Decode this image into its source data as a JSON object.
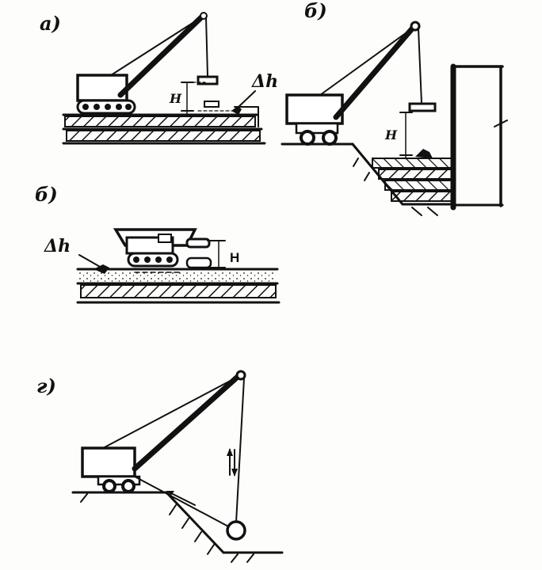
{
  "figures": {
    "a": {
      "label": "а)",
      "dim_H": "H",
      "dim_dh": "Δh"
    },
    "b": {
      "label": "б)",
      "dim_H": "H"
    },
    "v": {
      "label": "б)",
      "dim_H": "H",
      "dim_dh": "Δh"
    },
    "g": {
      "label": "г)"
    }
  },
  "colors": {
    "ink": "#111111",
    "paper": "#fdfdfb"
  }
}
